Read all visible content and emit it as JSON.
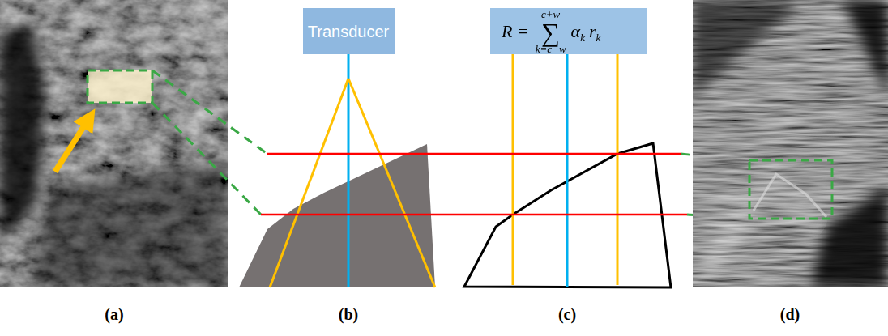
{
  "diagram": {
    "nodes": [
      {
        "text": [
          "Transducer"
        ]
      },
      {
        "text": [
          "R =",
          "c+w",
          "∑",
          "k=c−w",
          "α",
          "k",
          "r",
          "k"
        ]
      }
    ],
    "labels": [
      "(a)",
      "(b)",
      "(c)",
      "(d)"
    ]
  }
}
